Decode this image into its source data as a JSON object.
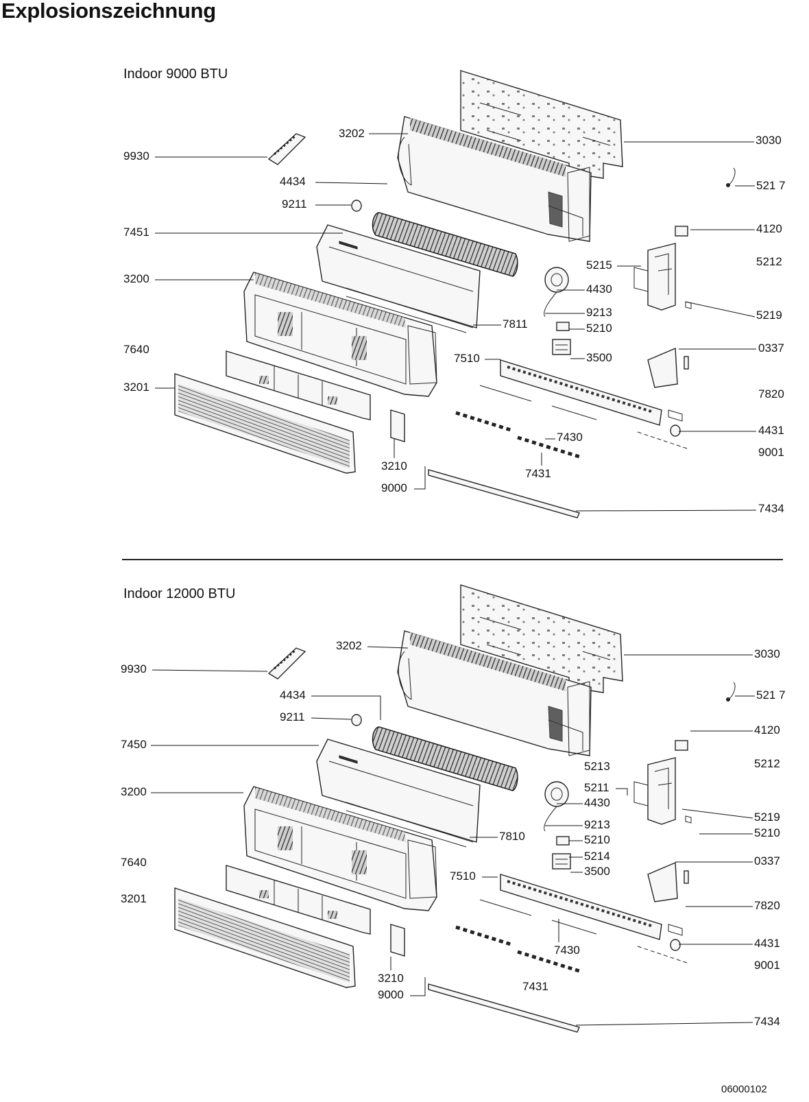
{
  "title": "Explosionszeichnung",
  "doc_number": "06000102",
  "sections": [
    {
      "heading": "Indoor  9000 BTU",
      "labels": [
        "3202",
        "3030",
        "9930",
        "4434",
        "5217",
        "9211",
        "4120",
        "7451",
        "5215",
        "5212",
        "4430",
        "3200",
        "9213",
        "5219",
        "7811",
        "5210",
        "7640",
        "0337",
        "7510",
        "3500",
        "3201",
        "7820",
        "7430",
        "4431",
        "9001",
        "3210",
        "7431",
        "9000",
        "7434"
      ]
    },
    {
      "heading": "Indoor 12000 BTU",
      "labels": [
        "3202",
        "3030",
        "9930",
        "4434",
        "5217",
        "9211",
        "4120",
        "7450",
        "5213",
        "5212",
        "5211",
        "3200",
        "4430",
        "9213",
        "5219",
        "7810",
        "5210",
        "5210",
        "7640",
        "5214",
        "0337",
        "7510",
        "3500",
        "3201",
        "7820",
        "7430",
        "4431",
        "9001",
        "3210",
        "9000",
        "7431",
        "7434"
      ]
    }
  ],
  "label_display": {
    "5217": "521 7"
  }
}
